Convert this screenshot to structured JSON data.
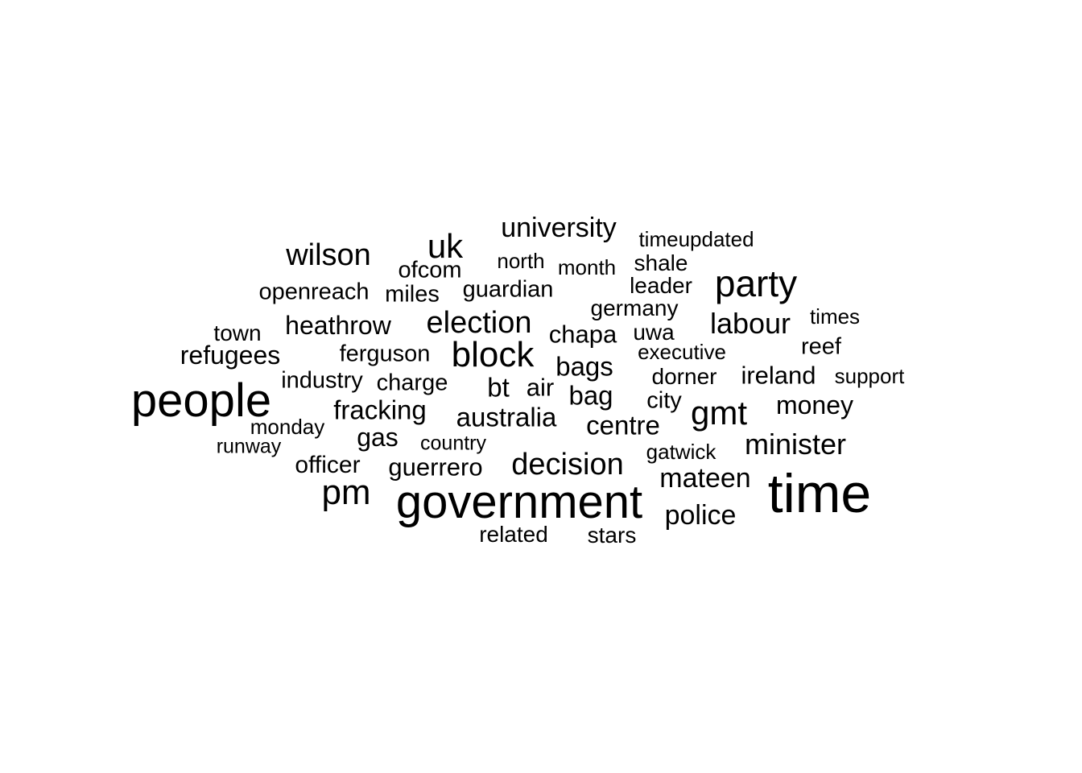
{
  "words": [
    {
      "text": "time",
      "rank": 1
    },
    {
      "text": "government",
      "rank": 2
    },
    {
      "text": "people",
      "rank": 3
    },
    {
      "text": "party",
      "rank": 4
    },
    {
      "text": "pm",
      "rank": 5
    },
    {
      "text": "block",
      "rank": 6
    },
    {
      "text": "uk",
      "rank": 7
    },
    {
      "text": "gmt",
      "rank": 8
    },
    {
      "text": "decision",
      "rank": 9
    },
    {
      "text": "election",
      "rank": 10
    },
    {
      "text": "wilson",
      "rank": 11
    },
    {
      "text": "labour",
      "rank": 12
    },
    {
      "text": "minister",
      "rank": 13
    },
    {
      "text": "university",
      "rank": 14
    },
    {
      "text": "police",
      "rank": 15
    },
    {
      "text": "mateen",
      "rank": 16
    },
    {
      "text": "australia",
      "rank": 17
    },
    {
      "text": "fracking",
      "rank": 18
    },
    {
      "text": "bags",
      "rank": 19
    },
    {
      "text": "bag",
      "rank": 20
    },
    {
      "text": "centre",
      "rank": 21
    },
    {
      "text": "money",
      "rank": 22
    },
    {
      "text": "heathrow",
      "rank": 23
    },
    {
      "text": "refugees",
      "rank": 24
    },
    {
      "text": "ireland",
      "rank": 25
    },
    {
      "text": "chapa",
      "rank": 26
    },
    {
      "text": "guerrero",
      "rank": 27
    },
    {
      "text": "bt",
      "rank": 28
    },
    {
      "text": "air",
      "rank": 29
    },
    {
      "text": "gas",
      "rank": 30
    },
    {
      "text": "officer",
      "rank": 31
    },
    {
      "text": "guardian",
      "rank": 32
    },
    {
      "text": "openreach",
      "rank": 33
    },
    {
      "text": "city",
      "rank": 34
    },
    {
      "text": "ferguson",
      "rank": 35
    },
    {
      "text": "ofcom",
      "rank": 36
    },
    {
      "text": "miles",
      "rank": 37
    },
    {
      "text": "industry",
      "rank": 38
    },
    {
      "text": "charge",
      "rank": 39
    },
    {
      "text": "germany",
      "rank": 40
    },
    {
      "text": "leader",
      "rank": 41
    },
    {
      "text": "shale",
      "rank": 42
    },
    {
      "text": "dorner",
      "rank": 43
    },
    {
      "text": "reef",
      "rank": 44
    },
    {
      "text": "related",
      "rank": 45
    },
    {
      "text": "stars",
      "rank": 46
    },
    {
      "text": "town",
      "rank": 47
    },
    {
      "text": "uwa",
      "rank": 48
    },
    {
      "text": "timeupdated",
      "rank": 49
    },
    {
      "text": "north",
      "rank": 50
    },
    {
      "text": "month",
      "rank": 51
    },
    {
      "text": "times",
      "rank": 52
    },
    {
      "text": "executive",
      "rank": 53
    },
    {
      "text": "support",
      "rank": 54
    },
    {
      "text": "monday",
      "rank": 55
    },
    {
      "text": "runway",
      "rank": 56
    },
    {
      "text": "country",
      "rank": 57
    },
    {
      "text": "gatwick",
      "rank": 58
    }
  ]
}
